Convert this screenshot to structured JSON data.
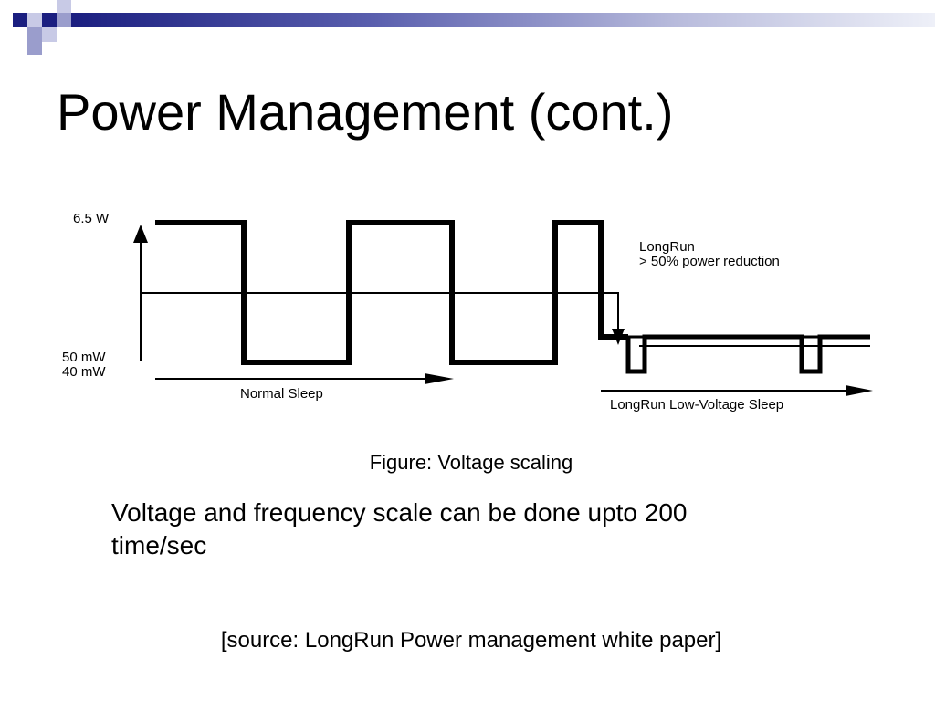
{
  "slide": {
    "title": "Power Management (cont.)",
    "caption": "Figure: Voltage scaling",
    "body": "Voltage and frequency scale can be done upto 200 time/sec",
    "source": "[source: LongRun Power management white paper]"
  },
  "diagram": {
    "y_label_top": "6.5 W",
    "y_label_mid1": "50 mW",
    "y_label_mid2": "40 mW",
    "longrun_title": "LongRun",
    "longrun_sub": "> 50% power reduction",
    "normal_sleep": "Normal Sleep",
    "longrun_sleep": "LongRun Low-Voltage Sleep"
  },
  "colors": {
    "band_dark": "#1b1f80",
    "band_light": "#eef0f8",
    "deco_dark": "#1b1f80",
    "deco_light": "#9a9dcc"
  }
}
